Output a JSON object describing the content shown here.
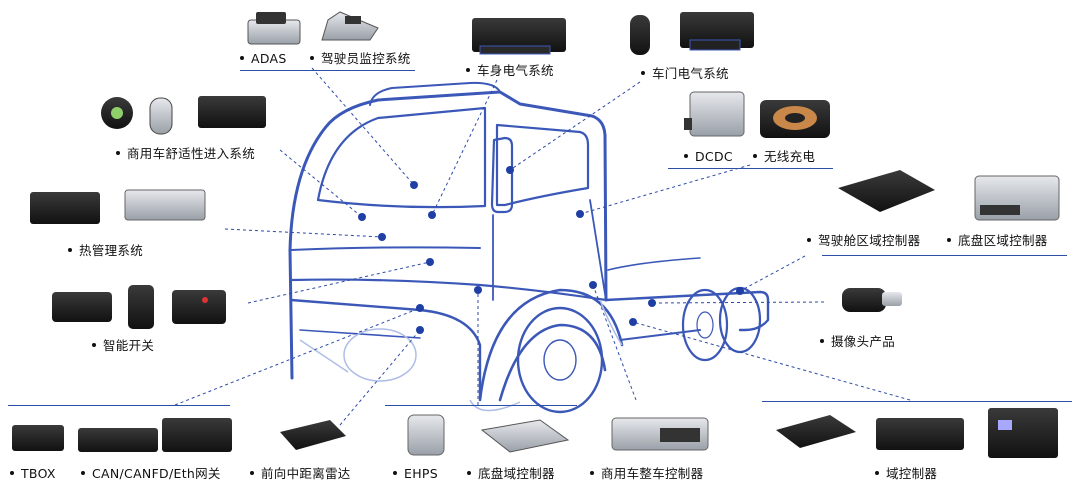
{
  "labels": {
    "adas": "ADAS",
    "driver_monitor": "驾驶员监控系统",
    "body_electric": "车身电气系统",
    "door_electric": "车门电气系统",
    "comfort_entry": "商用车舒适性进入系统",
    "dcdc": "DCDC",
    "wireless_charge": "无线充电",
    "thermal": "热管理系统",
    "cockpit_domain": "驾驶舱区域控制器",
    "chassis_zone": "底盘区域控制器",
    "smart_switch": "智能开关",
    "camera": "摄像头产品",
    "tbox": "TBOX",
    "can_gateway": "CAN/CANFD/Eth网关",
    "front_radar": "前向中距离雷达",
    "ehps": "EHPS",
    "chassis_domain": "底盘域控制器",
    "vehicle_controller": "商用车整车控制器",
    "domain_controller": "域控制器"
  },
  "colors": {
    "truck_line": "#3b58b8",
    "truck_line_light": "#aebde6",
    "connector": "#2c4aa8",
    "dot": "#1f3fa5",
    "rule": "#2e4fa8"
  }
}
